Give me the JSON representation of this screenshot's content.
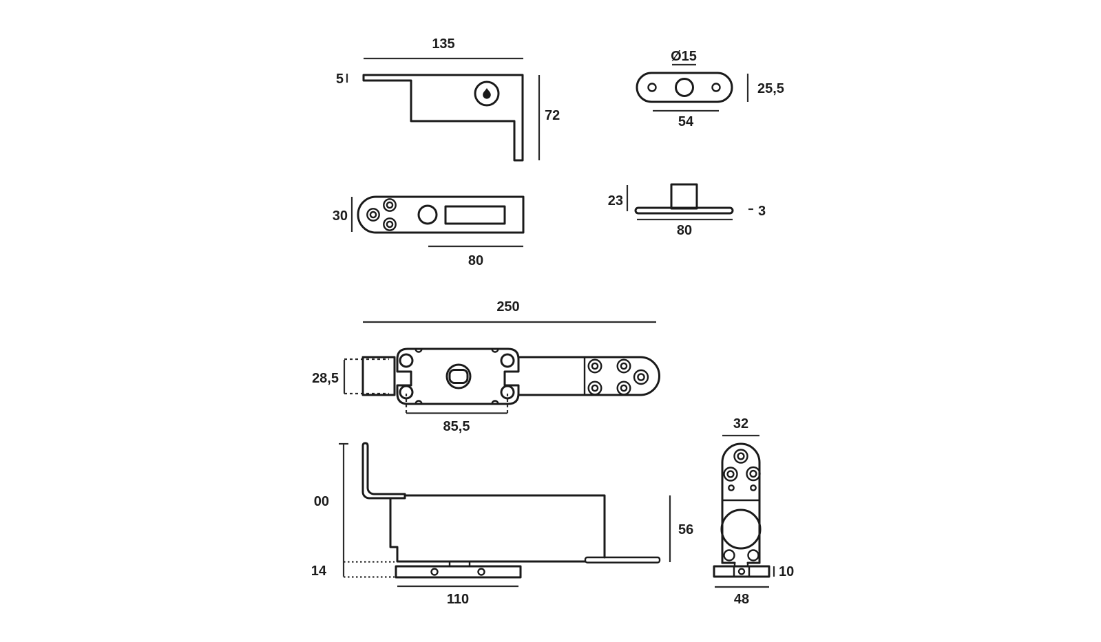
{
  "colors": {
    "line": "#1a1a1a",
    "dim_line": "#2a2a2a",
    "text": "#1c1c1c",
    "background": "#ffffff"
  },
  "views": {
    "bracket_side": {
      "dims": {
        "width": "135",
        "leaf_thickness": "5",
        "height": "72"
      }
    },
    "cover_plate": {
      "dims": {
        "hole_diameter": "Ø15",
        "height": "25,5",
        "width": "54"
      }
    },
    "strap_plate": {
      "dims": {
        "height": "30",
        "width": "80"
      }
    },
    "floor_plate": {
      "dims": {
        "height": "23",
        "thickness": "3",
        "width": "80"
      }
    },
    "assembly_plan": {
      "dims": {
        "length": "250",
        "width": "28,5",
        "hole_spacing": "85,5"
      }
    },
    "assembly_side": {
      "dims": {
        "upper_height": "00",
        "lower_height": "14",
        "base_length": "110",
        "body_height": "56"
      }
    },
    "assembly_end": {
      "dims": {
        "width": "32",
        "base_height": "10",
        "base_width": "48"
      }
    }
  }
}
